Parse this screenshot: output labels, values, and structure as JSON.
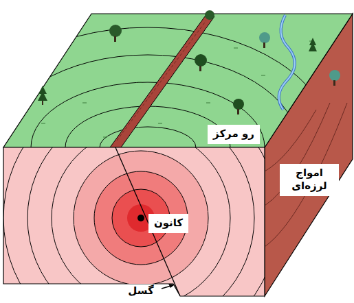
{
  "diagram": {
    "labels": [
      "رو مرکز",
      "امواج لرزه‌ای",
      "کانون",
      "گسل"
    ]
  }
}
